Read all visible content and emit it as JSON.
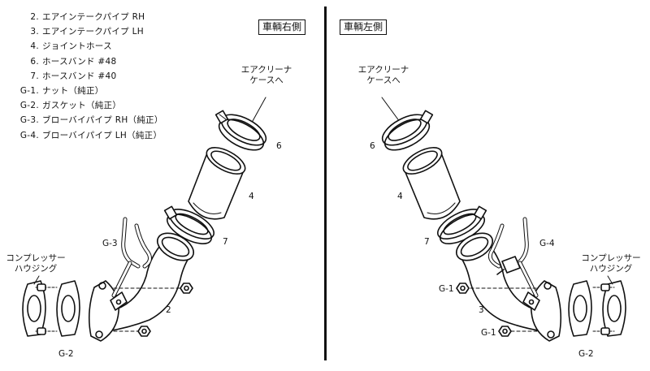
{
  "legend": [
    {
      "num": "2.",
      "text": "エアインテークパイプ RH"
    },
    {
      "num": "3.",
      "text": "エアインテークパイプ LH"
    },
    {
      "num": "4.",
      "text": "ジョイントホース"
    },
    {
      "num": "6.",
      "text": "ホースバンド #48"
    },
    {
      "num": "7.",
      "text": "ホースバンド #40"
    },
    {
      "num": "G-1.",
      "text": "ナット（純正）"
    },
    {
      "num": "G-2.",
      "text": "ガスケット（純正）"
    },
    {
      "num": "G-3.",
      "text": "ブローバイパイプ RH（純正）"
    },
    {
      "num": "G-4.",
      "text": "ブローバイパイプ LH（純正）"
    }
  ],
  "right_side": {
    "title": "車輌右側",
    "air_cleaner_label": [
      "エアクリーナ",
      "ケースへ"
    ],
    "compressor_label": [
      "コンプレッサー",
      "ハウジング"
    ],
    "callouts": {
      "p6": "6",
      "p4": "4",
      "p7": "7",
      "g3": "G-3",
      "p2": "2",
      "g2": "G-2"
    }
  },
  "left_side": {
    "title": "車輌左側",
    "air_cleaner_label": [
      "エアクリーナ",
      "ケースへ"
    ],
    "compressor_label": [
      "コンプレッサー",
      "ハウジング"
    ],
    "callouts": {
      "p6": "6",
      "p4": "4",
      "p7": "7",
      "g4": "G-4",
      "g1a": "G-1",
      "p3": "3",
      "g1b": "G-1",
      "g2": "G-2"
    }
  },
  "colors": {
    "line": "#111111",
    "background": "#ffffff"
  }
}
